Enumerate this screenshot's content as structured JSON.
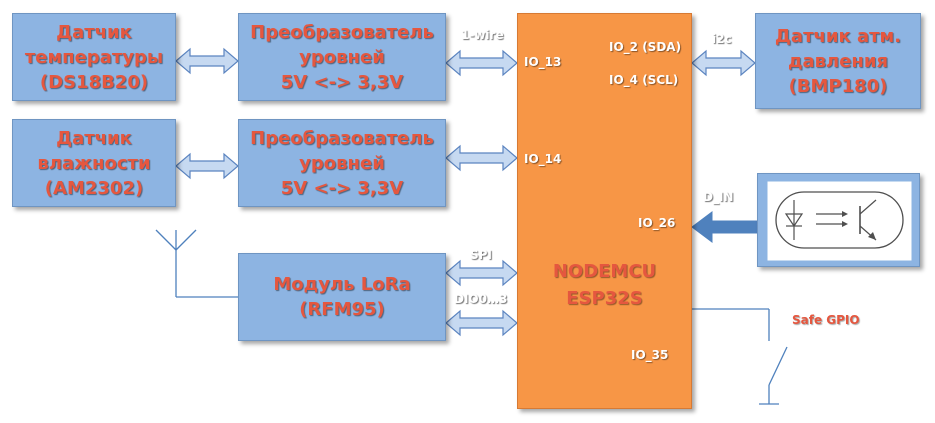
{
  "blocks": {
    "temp_sensor": [
      "Датчик",
      "температуры",
      "(DS18B20)"
    ],
    "level_converter_1": [
      "Преобразователь",
      "уровней",
      "5V <-> 3,3V"
    ],
    "humidity_sensor": [
      "Датчик",
      "влажности",
      "(AM2302)"
    ],
    "level_converter_2": [
      "Преобразователь",
      "уровней",
      "5V <-> 3,3V"
    ],
    "lora_module": [
      "Модуль LoRa",
      "(RFM95)"
    ],
    "pressure_sensor": [
      "Датчик атм.",
      "давления",
      "(BMP180)"
    ]
  },
  "mcu": {
    "title": [
      "NODEMCU",
      "ESP32S"
    ],
    "pins": {
      "io13": "IO_13",
      "io14": "IO_14",
      "io2": "IO_2 (SDA)",
      "io4": "IO_4 (SCL)",
      "io26": "IO_26",
      "io35": "IO_35"
    }
  },
  "bus_labels": {
    "onewire": "1-wire",
    "i2c": "i2c",
    "spi": "SPI",
    "dio": "DIO0…3",
    "d_in": "D_IN",
    "safe_gpio": "Safe GPIO"
  },
  "colors": {
    "box_fill": "#8db4e2",
    "mcu_fill": "#f79646",
    "text_red": "#e5573f",
    "arrow_fill": "#c6d9f1",
    "arrow_stroke": "#5b84c0",
    "wire": "#4f81bd"
  }
}
